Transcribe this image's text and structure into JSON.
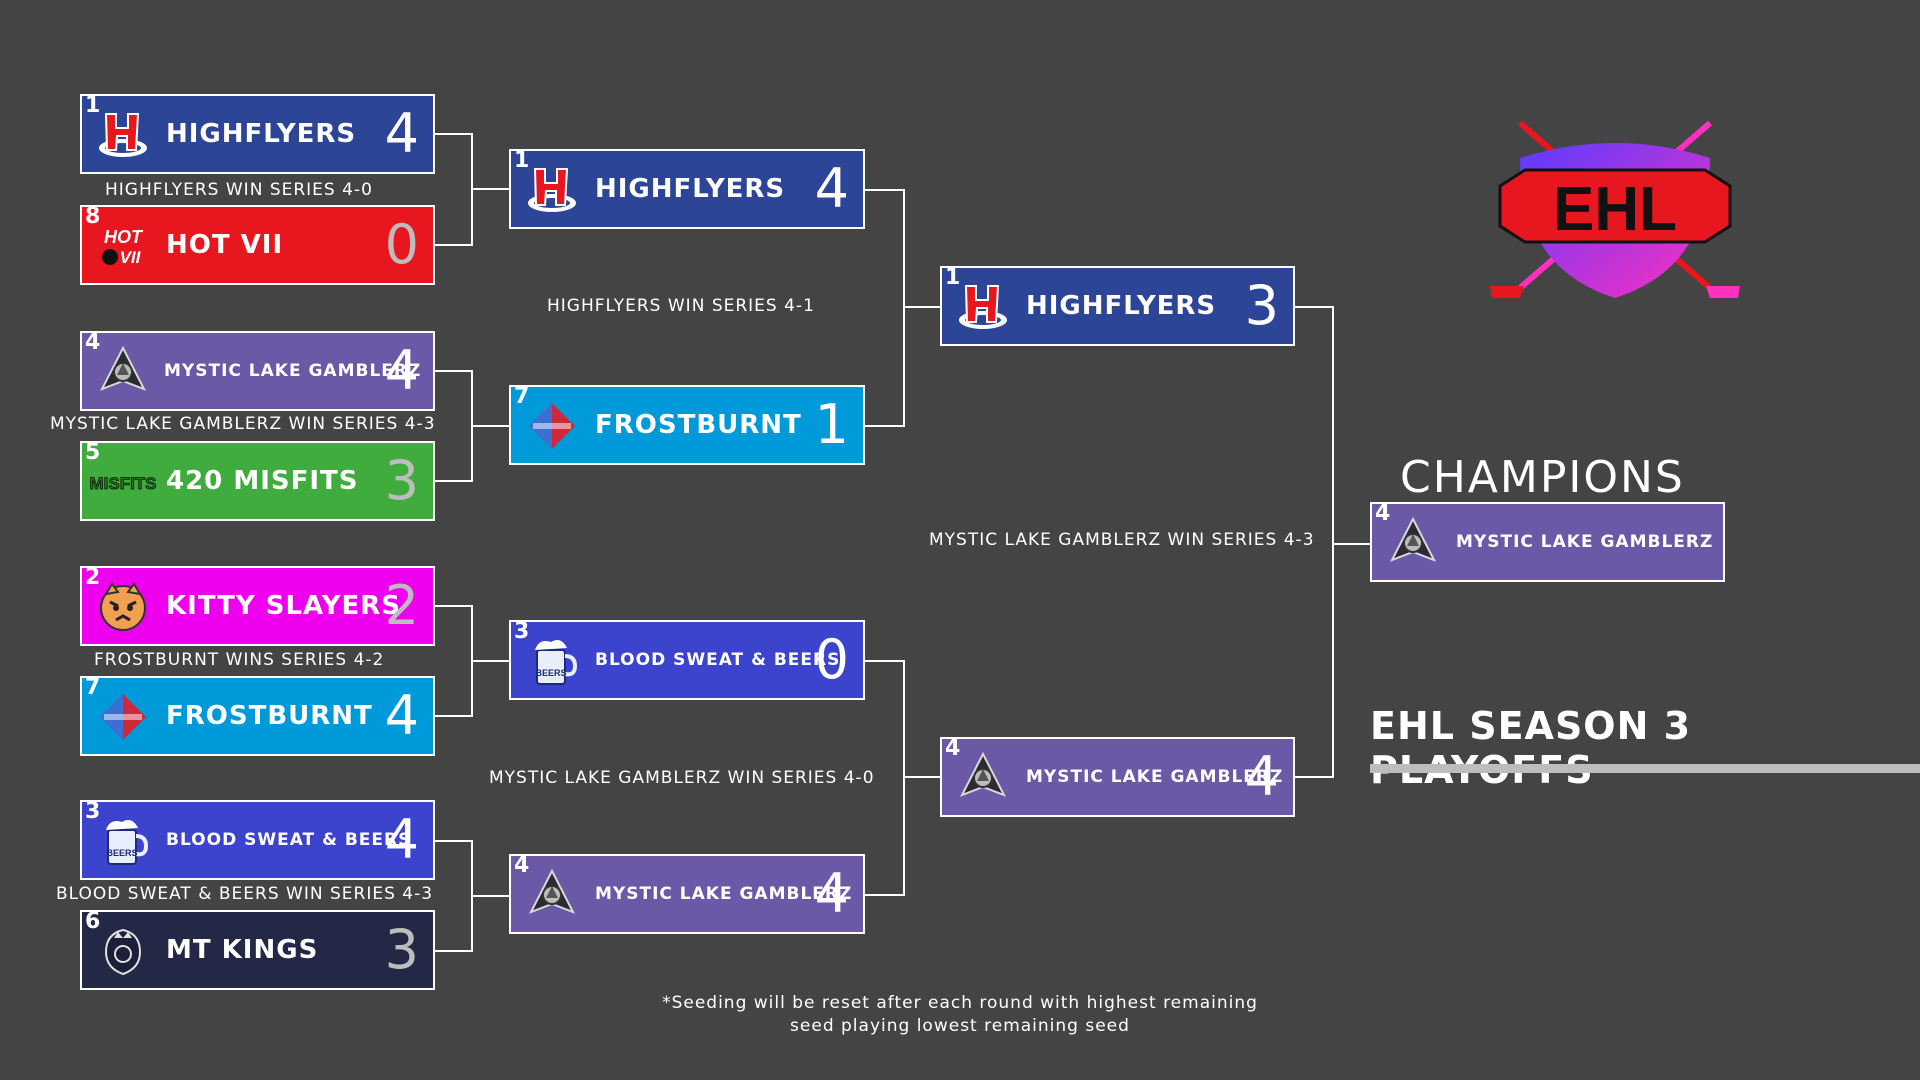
{
  "round1": [
    {
      "seed": "1",
      "name": "HIGHFLYERS",
      "score": "4",
      "logo": "highflyers-logo"
    },
    {
      "seed": "8",
      "name": "HOT VII",
      "score": "0",
      "logo": "hot-vii-logo"
    },
    {
      "seed": "4",
      "name": "MYSTIC LAKE GAMBLERZ",
      "score": "4",
      "logo": "gamblerz-logo"
    },
    {
      "seed": "5",
      "name": "420 MISFITS",
      "score": "3",
      "logo": "misfits-logo"
    },
    {
      "seed": "2",
      "name": "KITTY SLAYERS",
      "score": "2",
      "logo": "kitty-slayers-logo"
    },
    {
      "seed": "7",
      "name": "FROSTBURNT",
      "score": "4",
      "logo": "frostburnt-logo"
    },
    {
      "seed": "3",
      "name": "BLOOD SWEAT & BEERS",
      "score": "4",
      "logo": "beers-logo"
    },
    {
      "seed": "6",
      "name": "MT KINGS",
      "score": "3",
      "logo": "mt-kings-logo"
    }
  ],
  "round1_series": [
    "HIGHFLYERS WIN SERIES 4-0",
    "MYSTIC LAKE GAMBLERZ WIN SERIES 4-3",
    "FROSTBURNT WINS SERIES 4-2",
    "BLOOD SWEAT & BEERS WIN SERIES 4-3"
  ],
  "round2": [
    {
      "seed": "1",
      "name": "HIGHFLYERS",
      "score": "4"
    },
    {
      "seed": "7",
      "name": "FROSTBURNT",
      "score": "1"
    },
    {
      "seed": "3",
      "name": "BLOOD SWEAT & BEERS",
      "score": "0"
    },
    {
      "seed": "4",
      "name": "MYSTIC LAKE GAMBLERZ",
      "score": "4"
    }
  ],
  "round2_series": [
    "HIGHFLYERS WIN SERIES 4-1",
    "MYSTIC LAKE GAMBLERZ WIN SERIES 4-0"
  ],
  "round3": [
    {
      "seed": "1",
      "name": "HIGHFLYERS",
      "score": "3"
    },
    {
      "seed": "4",
      "name": "MYSTIC LAKE GAMBLERZ",
      "score": "4"
    }
  ],
  "round3_series": [
    "MYSTIC LAKE GAMBLERZ WIN SERIES 4-3"
  ],
  "champions": {
    "title": "CHAMPIONS",
    "seed": "4",
    "name": "MYSTIC LAKE GAMBLERZ"
  },
  "league_logo_text": "EHL",
  "season_title": "EHL SEASON 3 PLAYOFFS",
  "footnote_line1": "*Seeding will be reset after each round with highest remaining",
  "footnote_line2": "seed playing lowest remaining seed",
  "logo_texts": {
    "hot": "HOT",
    "vii": "VII",
    "misfits": "MISFITS",
    "beers": "BEERS"
  },
  "colors": {
    "background": "#444444",
    "highflyers": "#2c4596",
    "hot_vii": "#e8161e",
    "gamblerz": "#6b58a6",
    "misfits": "#3fac3d",
    "kitty_slayers": "#ee00ee",
    "frostburnt": "#0099da",
    "blood_sweat_beers": "#3c43cc",
    "mt_kings": "#232846"
  }
}
